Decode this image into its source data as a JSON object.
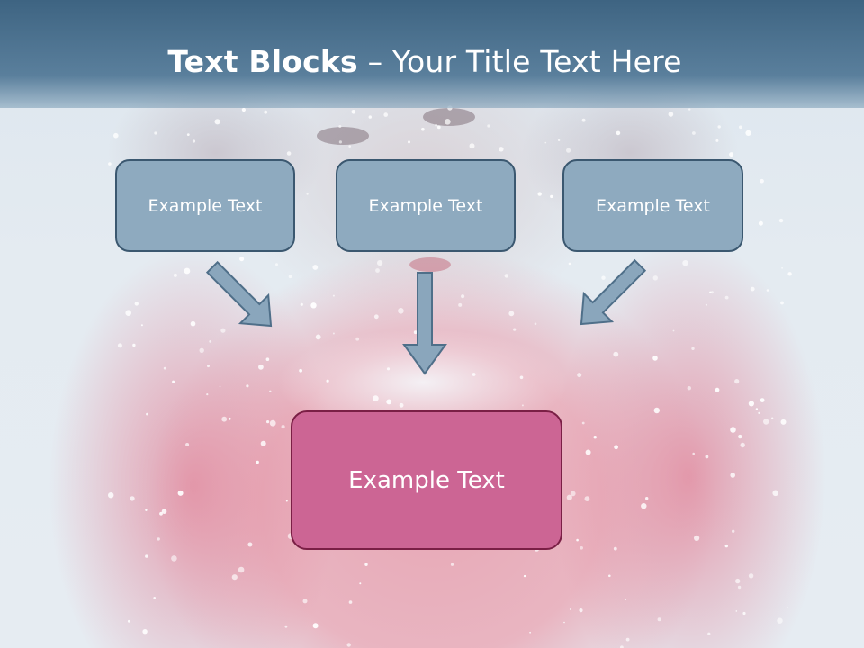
{
  "slide": {
    "title_bold": "Text Blocks",
    "title_dash": " – ",
    "title_rest": "Your Title Text Here"
  },
  "blocks": [
    {
      "label": "Example Text"
    },
    {
      "label": "Example Text"
    },
    {
      "label": "Example Text"
    }
  ],
  "main_block": {
    "label": "Example Text"
  },
  "colors": {
    "header": "#4a7190",
    "block_fill": "#8eaabf",
    "block_border": "#3b5870",
    "main_fill": "#cc6594",
    "main_border": "#7a1f45",
    "arrow_fill": "#8aa6bc",
    "arrow_stroke": "#4f6f89"
  },
  "icons": [
    "arrow-down-right-icon",
    "arrow-down-icon",
    "arrow-down-left-icon"
  ]
}
